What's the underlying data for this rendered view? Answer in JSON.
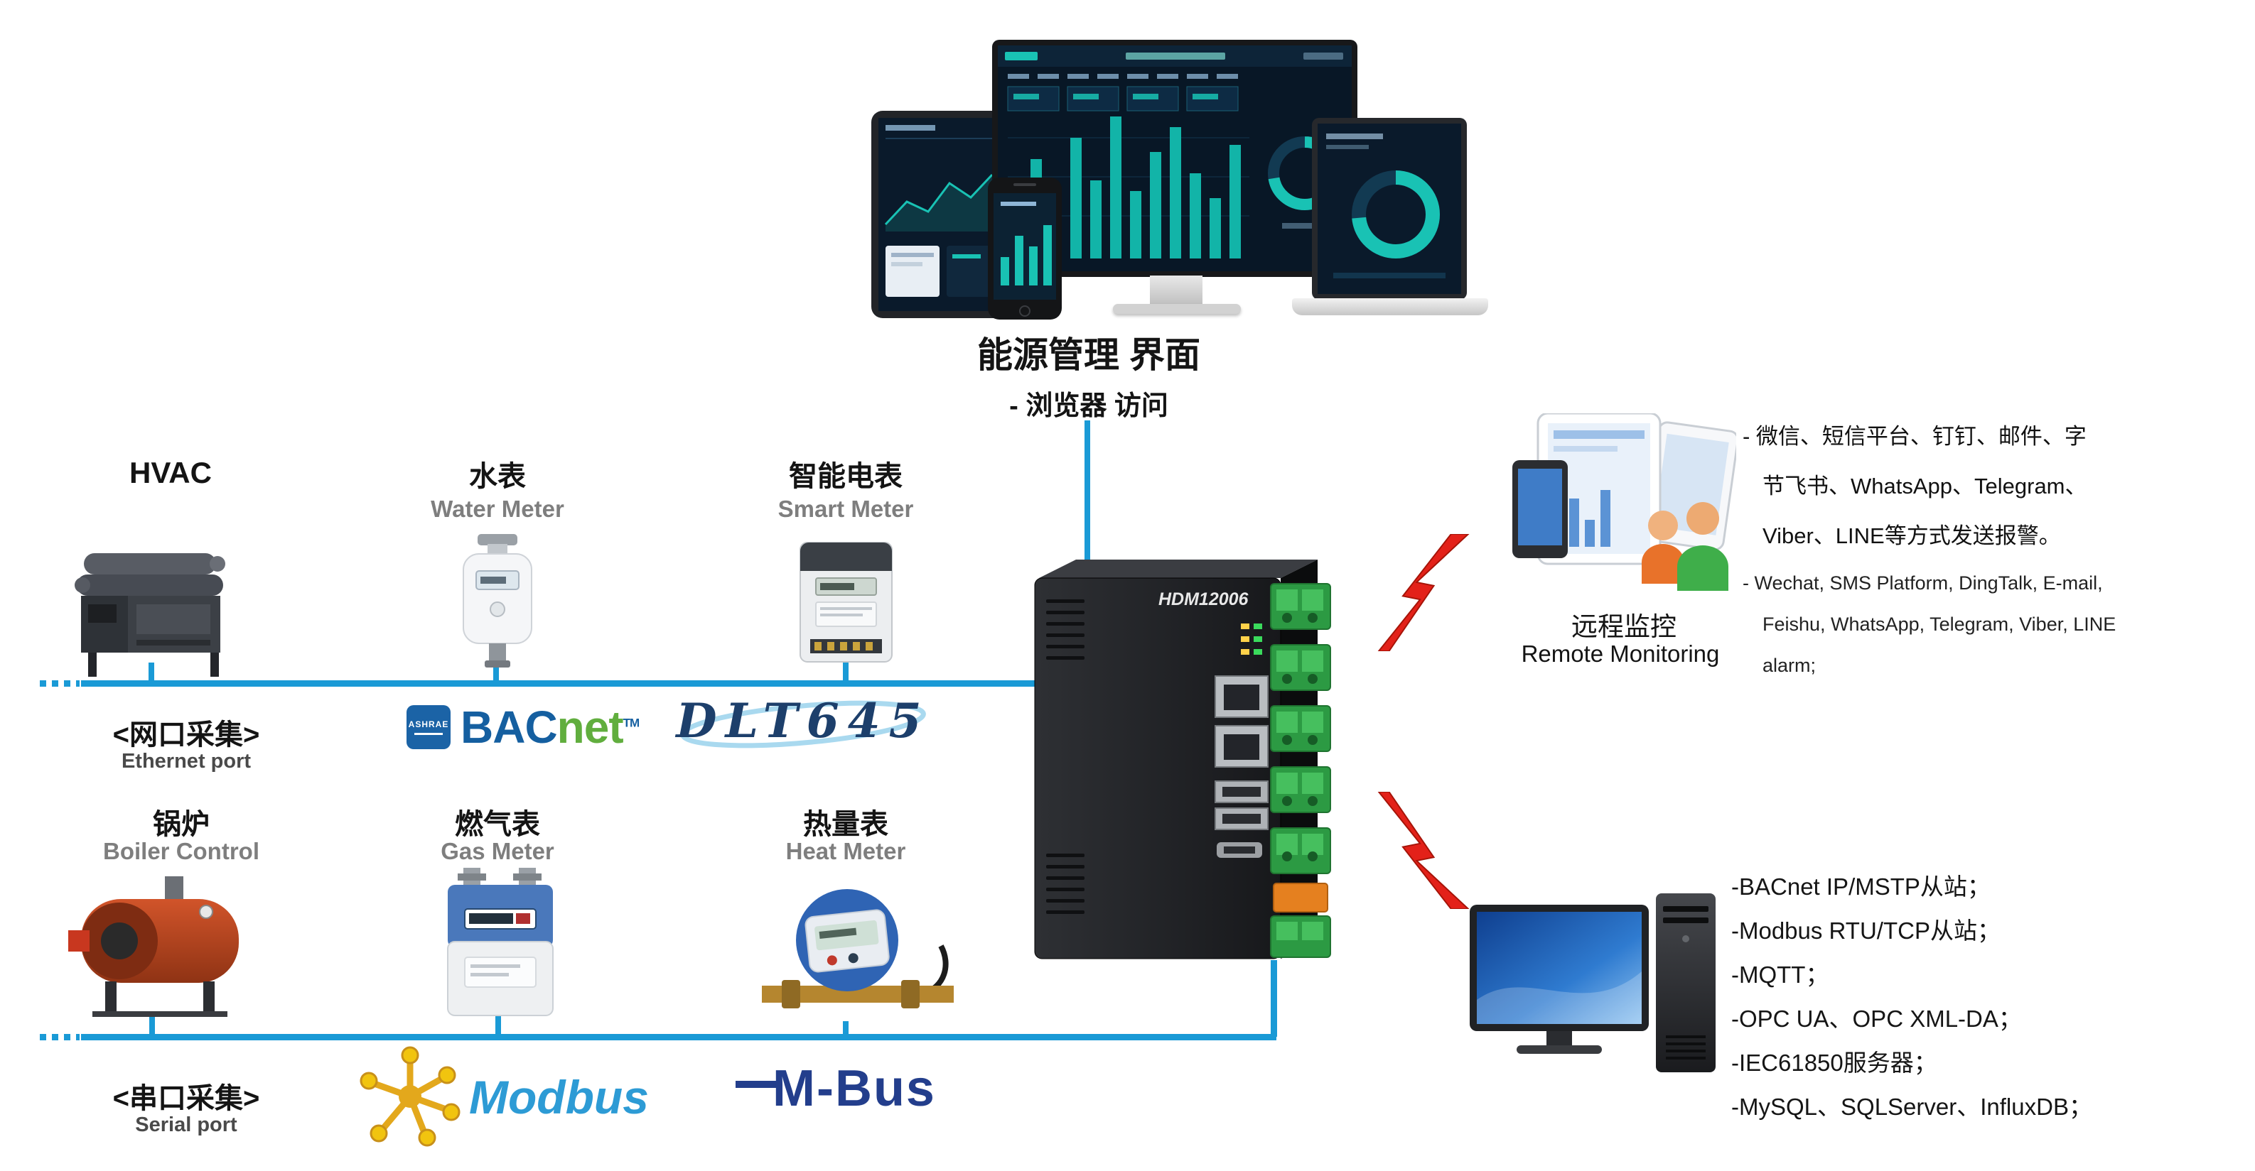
{
  "header": {
    "title": "能源管理 界面",
    "subtitle": "- 浏览器 访问"
  },
  "north": {
    "hvac": {
      "label": "HVAC"
    },
    "water": {
      "label": "水表",
      "sublabel": "Water Meter"
    },
    "smart": {
      "label": "智能电表",
      "sublabel": "Smart Meter"
    }
  },
  "south": {
    "boiler": {
      "label": "锅炉",
      "sublabel": "Boiler Control"
    },
    "gas": {
      "label": "燃气表",
      "sublabel": "Gas Meter"
    },
    "heat": {
      "label": "热量表",
      "sublabel": "Heat Meter"
    }
  },
  "buses": {
    "ethernet": {
      "label": "<网口采集>",
      "sublabel": "Ethernet port"
    },
    "serial": {
      "label": "<串口采集>",
      "sublabel": "Serial port"
    }
  },
  "logos": {
    "ashrae": "ASHRAE",
    "bacnet_prefix": "BAC",
    "bacnet_suffix": "net",
    "bacnet_tm": "TM",
    "dlt645": "DLT645",
    "modbus": "Modbus",
    "mbus": "M-Bus"
  },
  "gateway": {
    "model": "HDM12006"
  },
  "remote": {
    "title_cn": "远程监控",
    "title_en": "Remote Monitoring",
    "cn": [
      "- 微信、短信平台、钉钉、邮件、字",
      "节飞书、WhatsApp、Telegram、",
      "Viber、LINE等方式发送报警。"
    ],
    "en": [
      "- Wechat, SMS Platform, DingTalk, E-mail,",
      "Feishu, WhatsApp, Telegram, Viber,  LINE",
      "alarm;"
    ]
  },
  "server": [
    "-BACnet IP/MSTP从站；",
    "-Modbus RTU/TCP从站；",
    "-MQTT；",
    "-OPC UA、OPC XML-DA；",
    "-IEC61850服务器；",
    "-MySQL、SQLServer、InfluxDB；"
  ],
  "colors": {
    "bus_line": "#1a9ad6",
    "lightning": "#e32119",
    "accent_teal": "#19c2b4"
  }
}
